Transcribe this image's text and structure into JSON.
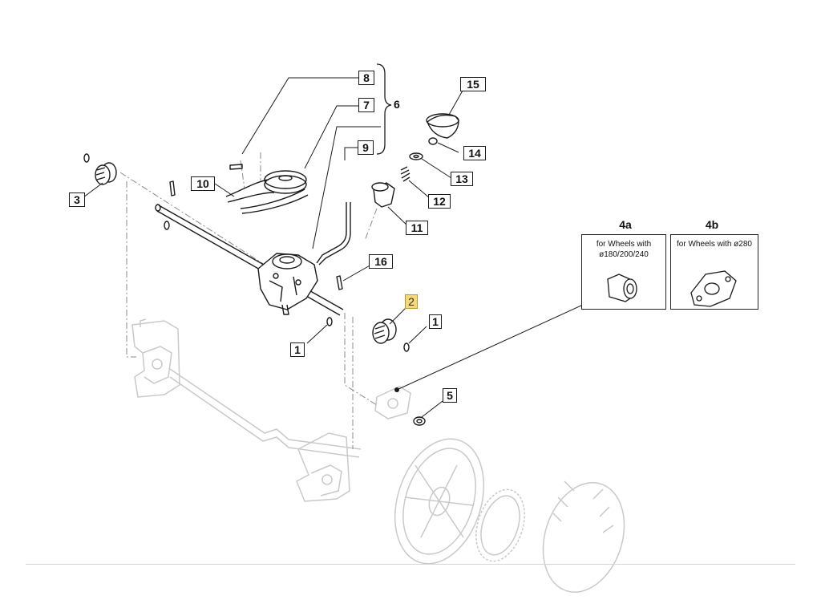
{
  "callouts": {
    "c1_left": "1",
    "c1_right": "1",
    "c2": "2",
    "c3": "3",
    "c5": "5",
    "c7": "7",
    "c8": "8",
    "c9": "9",
    "c10": "10",
    "c11": "11",
    "c12": "12",
    "c13": "13",
    "c14": "14",
    "c15": "15",
    "c16": "16"
  },
  "group_label": "6",
  "variants": {
    "a": {
      "title": "4a",
      "line1": "for Wheels with",
      "line2": "ø180/200/240"
    },
    "b": {
      "title": "4b",
      "line1": "for Wheels with ø280"
    }
  },
  "colors": {
    "line": "#1a1a1a",
    "ghost": "#c9c9c9",
    "highlight": "#f6d77a"
  }
}
